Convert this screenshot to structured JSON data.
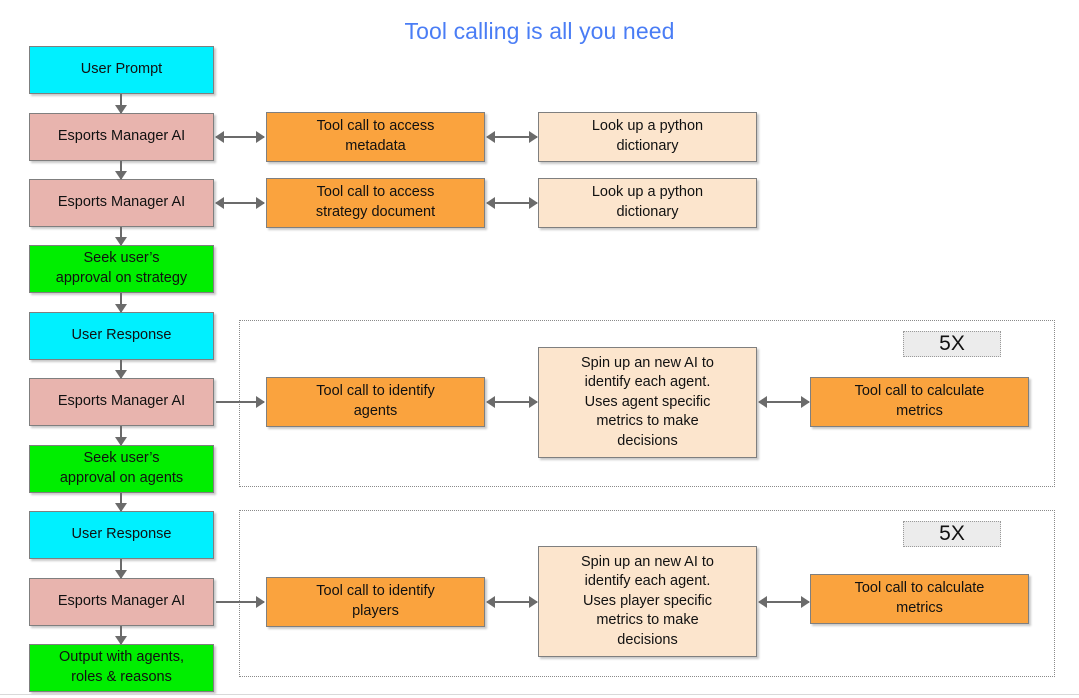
{
  "title": "Tool calling is all you need",
  "colors": {
    "title_text": "#4a7df5",
    "cyan": "#00f0ff",
    "pink": "#e8b4ae",
    "green": "#00ee00",
    "orange": "#faa33e",
    "peach": "#fce5cd",
    "border": "#7f7f7f",
    "arrow": "#6b6b6b",
    "badge_fill": "#ececec"
  },
  "flow": {
    "left_column": [
      {
        "label": "User Prompt",
        "kind": "cyan"
      },
      {
        "label": "Esports Manager AI",
        "kind": "pink"
      },
      {
        "label": "Esports Manager AI",
        "kind": "pink"
      },
      {
        "label": "Seek user’s\napproval on strategy",
        "kind": "green"
      },
      {
        "label": "User Response",
        "kind": "cyan"
      },
      {
        "label": "Esports Manager AI",
        "kind": "pink"
      },
      {
        "label": "Seek user’s\napproval on agents",
        "kind": "green"
      },
      {
        "label": "User Response",
        "kind": "cyan"
      },
      {
        "label": "Esports Manager AI",
        "kind": "pink"
      },
      {
        "label": "Output with agents,\nroles & reasons",
        "kind": "green"
      }
    ],
    "row_metadata": {
      "tool_label": "Tool call to access\nmetadata",
      "impl_label": "Look up a python\ndictionary"
    },
    "row_strategy": {
      "tool_label": "Tool call to access\nstrategy document",
      "impl_label": "Look up a python\ndictionary"
    },
    "group_agents": {
      "repeat_badge": "5X",
      "tool_label": "Tool call to identify\nagents",
      "spinup_label": "Spin up an new AI to\nidentify each agent.\nUses agent specific\nmetrics to make\ndecisions",
      "metrics_label": "Tool call to calculate\nmetrics"
    },
    "group_players": {
      "repeat_badge": "5X",
      "tool_label": "Tool call to identify\nplayers",
      "spinup_label": "Spin up an new AI to\nidentify each agent.\nUses player specific\nmetrics to make\ndecisions",
      "metrics_label": "Tool call to calculate\nmetrics"
    }
  }
}
